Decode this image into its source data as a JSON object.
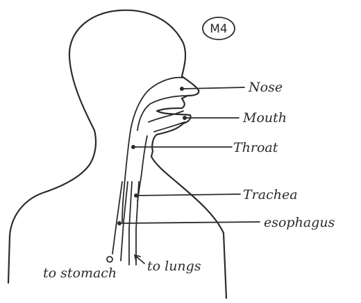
{
  "figure": {
    "tag": "M4",
    "labels": {
      "nose": "Nose",
      "mouth": "Mouth",
      "throat": "Throat",
      "trachea": "Trachea",
      "esophagus": "esophagus",
      "to_stomach": "to stomach",
      "to_lungs": "to lungs"
    }
  },
  "colors": {
    "ink": "#2b2b2b",
    "paper": "#ffffff"
  }
}
